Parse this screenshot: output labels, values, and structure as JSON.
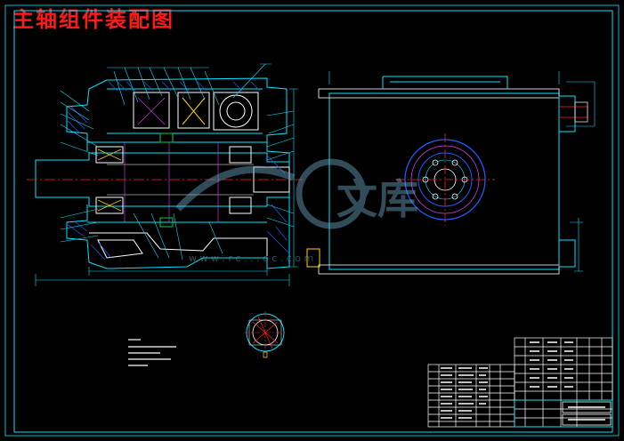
{
  "title": "主轴组件装配图",
  "watermark": {
    "logo_text": "文库",
    "url_text": "w w w . r c . . . o c . c o m"
  },
  "colors": {
    "background": "#000000",
    "title": "#ff1a1a",
    "outline": "#00e5ff",
    "centerline": "#ff2020",
    "blue": "#1e5cff",
    "white": "#ffffff",
    "yellow": "#ffd600",
    "magenta": "#e040fb",
    "green": "#00d050"
  }
}
